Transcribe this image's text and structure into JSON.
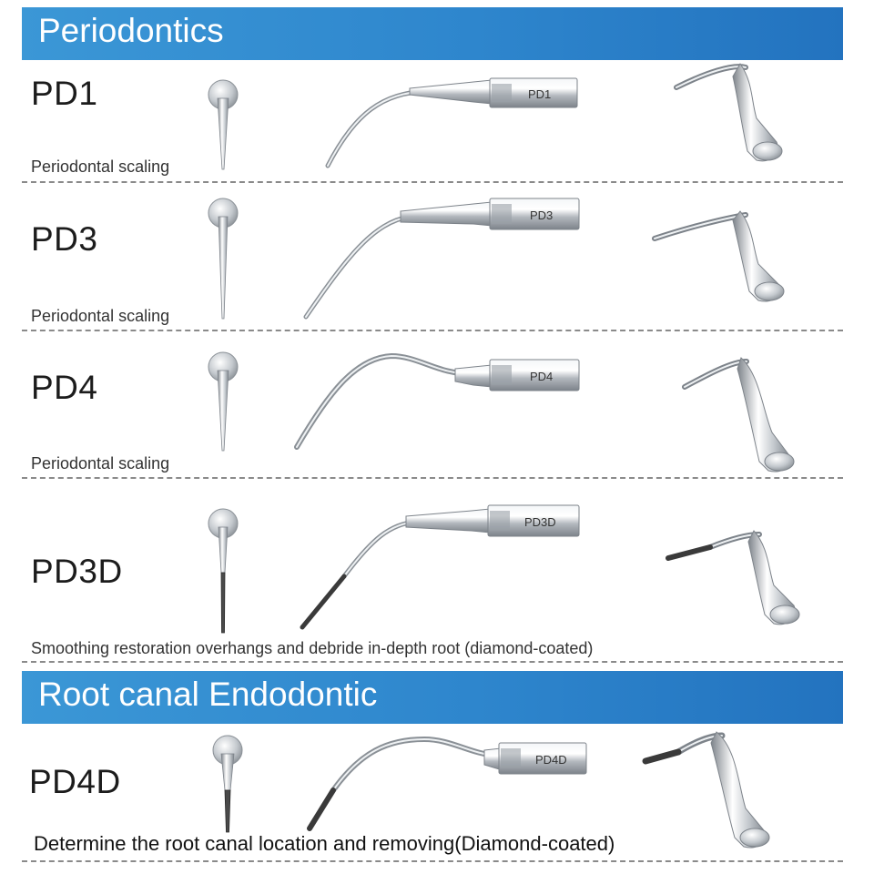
{
  "sections": {
    "periodontics": {
      "title": "Periodontics"
    },
    "endodontic": {
      "title": "Root canal Endodontic"
    }
  },
  "tips": [
    {
      "code": "PD1",
      "shank_label": "PD1",
      "description": "Periodontal scaling",
      "diamond_coated": false
    },
    {
      "code": "PD3",
      "shank_label": "PD3",
      "description": "Periodontal scaling",
      "diamond_coated": false
    },
    {
      "code": "PD4",
      "shank_label": "PD4",
      "description": "Periodontal scaling",
      "diamond_coated": false
    },
    {
      "code": "PD3D",
      "shank_label": "PD3D",
      "description": "Smoothing restoration overhangs and debride in-depth root (diamond-coated)",
      "diamond_coated": true
    },
    {
      "code": "PD4D",
      "shank_label": "PD4D",
      "description": "Determine the root canal location and removing(Diamond-coated)",
      "diamond_coated": true
    }
  ],
  "colors": {
    "banner": "#2e86cd",
    "banner_text": "#ffffff",
    "metal": "#b9bec4",
    "diamond": "#4a4a4a"
  }
}
